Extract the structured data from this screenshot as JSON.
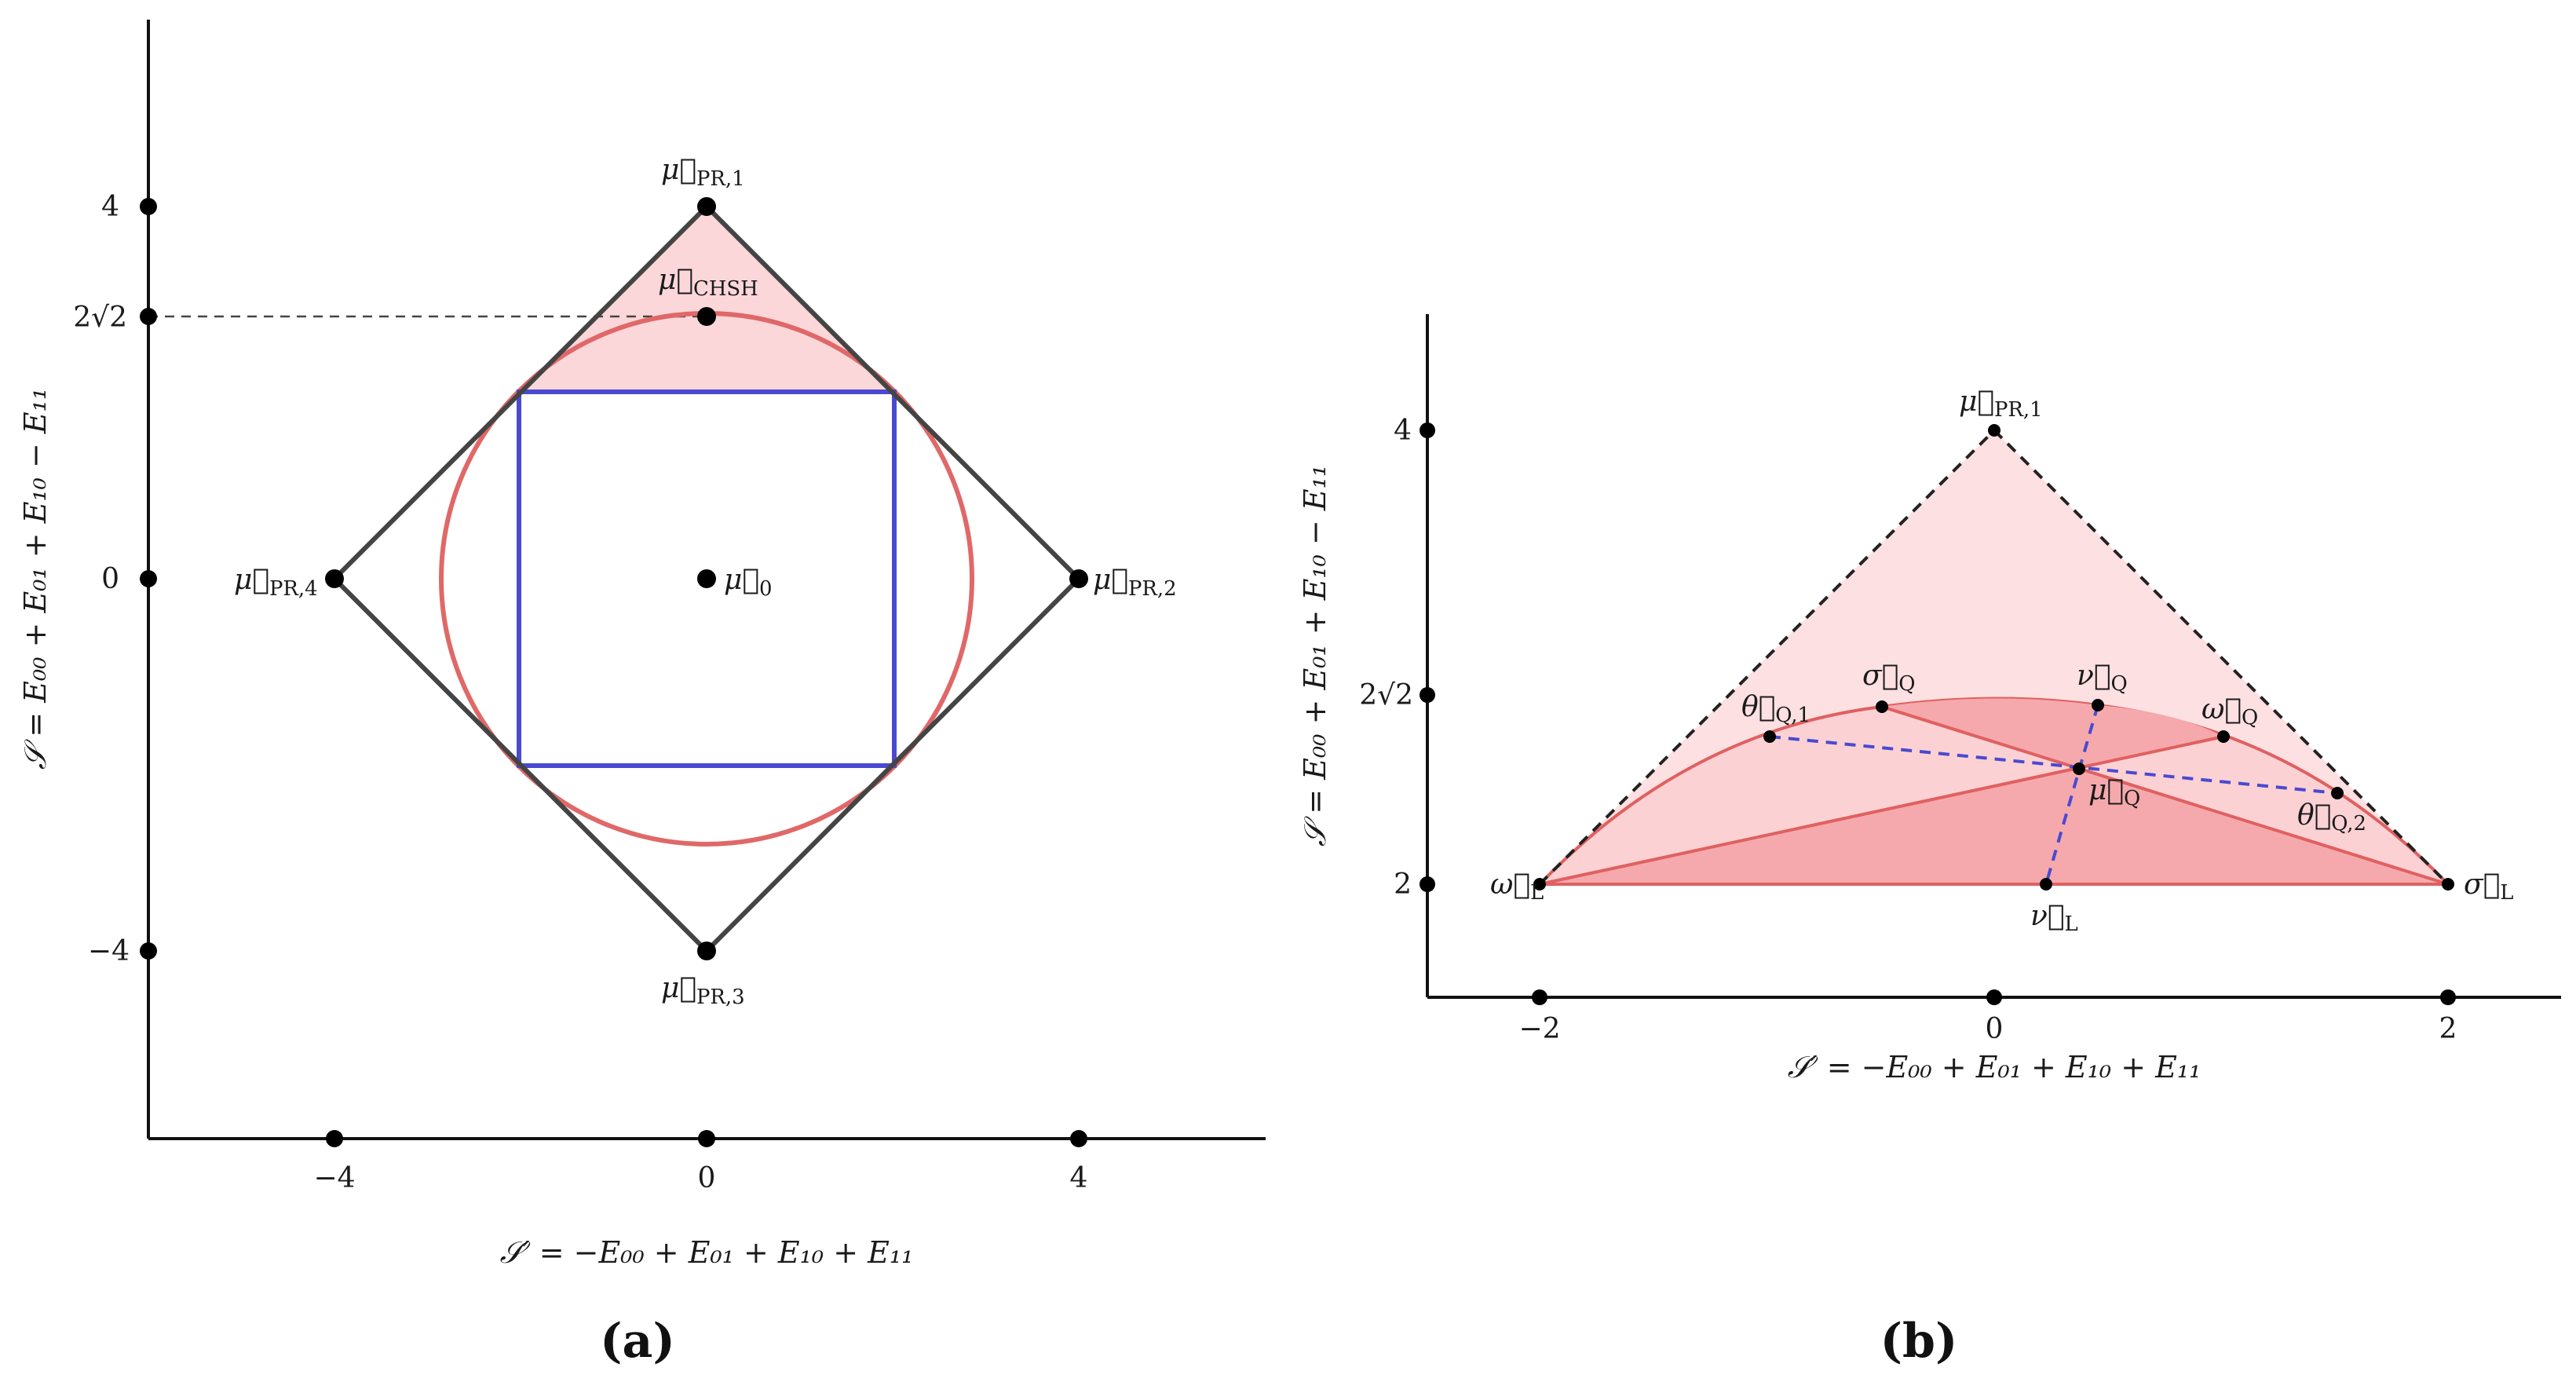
{
  "panel_a": {
    "caption": "(a)",
    "x_axis_label": "𝒮′ = −E₀₀ + E₀₁ + E₁₀ + E₁₁",
    "y_axis_label": "𝒮 = E₀₀ + E₀₁ + E₁₀ − E₁₁",
    "x_ticks": [
      "−4",
      "0",
      "4"
    ],
    "y_ticks": [
      "4",
      "2√2",
      "0",
      "−4"
    ],
    "points": {
      "pr1": {
        "base": "μ⃗",
        "sub": "PR,1"
      },
      "pr2": {
        "base": "μ⃗",
        "sub": "PR,2"
      },
      "pr3": {
        "base": "μ⃗",
        "sub": "PR,3"
      },
      "pr4": {
        "base": "μ⃗",
        "sub": "PR,4"
      },
      "chsh": {
        "base": "μ⃗",
        "sub": "CHSH"
      },
      "zero": {
        "base": "μ⃗",
        "sub": "0"
      }
    },
    "colors": {
      "square": "#4a4ad0",
      "circle": "#e06868",
      "fill": "#fbd7d9",
      "diamond": "#444444"
    }
  },
  "panel_b": {
    "caption": "(b)",
    "x_axis_label": "𝒮′ = −E₀₀ + E₀₁ + E₁₀ + E₁₁",
    "y_axis_label": "𝒮 = E₀₀ + E₀₁ + E₁₀ − E₁₁",
    "x_ticks": [
      "−2",
      "0",
      "2"
    ],
    "y_ticks": [
      "4",
      "2√2",
      "2"
    ],
    "points": {
      "pr1": {
        "base": "μ⃗",
        "sub": "PR,1"
      },
      "sigma_q": {
        "base": "σ⃗",
        "sub": "Q"
      },
      "nu_q": {
        "base": "ν⃗",
        "sub": "Q"
      },
      "omega_q": {
        "base": "ω⃗",
        "sub": "Q"
      },
      "theta_q1": {
        "base": "θ⃗",
        "sub": "Q,1"
      },
      "theta_q2": {
        "base": "θ⃗",
        "sub": "Q,2"
      },
      "mu_q": {
        "base": "μ⃗",
        "sub": "Q"
      },
      "omega_l": {
        "base": "ω⃗",
        "sub": "L"
      },
      "sigma_l": {
        "base": "σ⃗",
        "sub": "L"
      },
      "nu_l": {
        "base": "ν⃗",
        "sub": "L"
      }
    },
    "colors": {
      "light_fill": "#fde0e2",
      "dark_fill": "#f5a9ad",
      "curve": "#e06060",
      "dashed_blue": "#4a4ad0"
    }
  }
}
